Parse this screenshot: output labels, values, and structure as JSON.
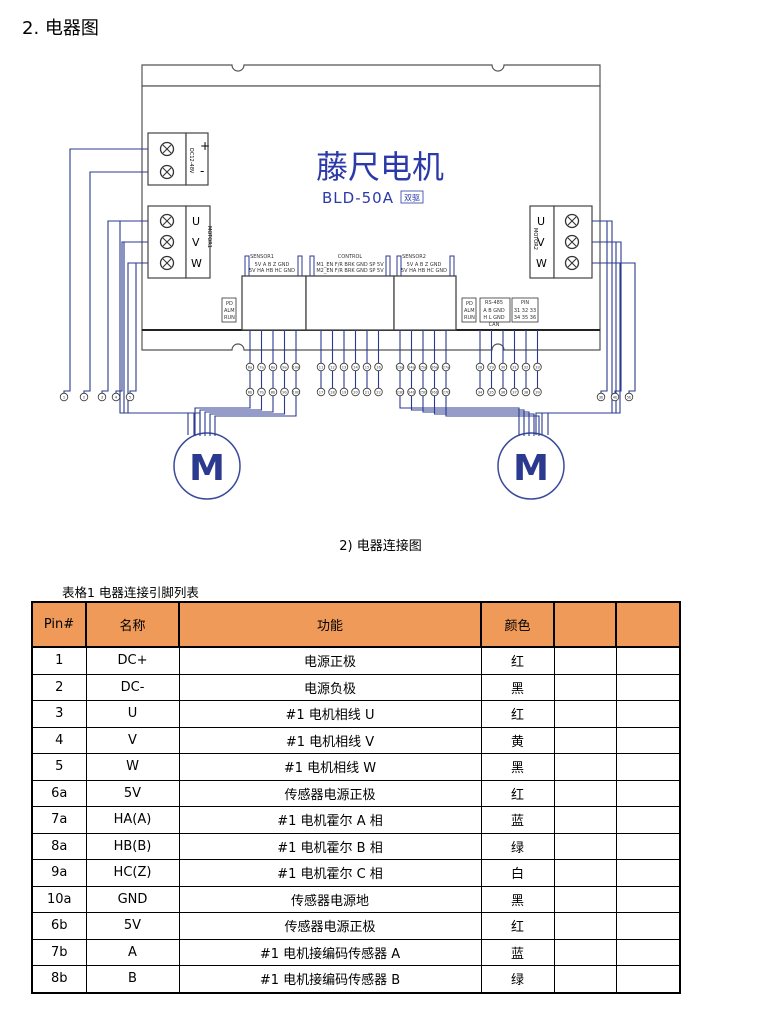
{
  "section_title": "2.  电器图",
  "diagram": {
    "brand_title": "藤尺电机",
    "model": "BLD-50A",
    "model_suffix": "双驱",
    "power_label": "DC12-48V",
    "power_plus": "+",
    "power_minus": "-",
    "motor_left_label": "MOTOR1",
    "motor_right_label": "MOTOR2",
    "uvw": [
      "U",
      "V",
      "W"
    ],
    "sensor1_title": "SENSOR1",
    "sensor1_row1": "5V A  B  Z GND",
    "sensor1_row2": "5V HA HB HC GND",
    "control_title": "CONTROL",
    "control_row1": "M1_EN  F/R  BRK  GND  SP  5V",
    "control_row2": "M2_EN  F/R  BRK  GND  SP  5V",
    "sensor2_title": "SENSOR2",
    "sensor2_row1": "5V A  B  Z GND",
    "sensor2_row2": "5V HA HB HC GND",
    "pwr_left": [
      "PD",
      "ALM",
      "RUN"
    ],
    "pwr_right": [
      "PD",
      "ALM",
      "RUN"
    ],
    "rs485_title": "RS-485",
    "rs485_row1": "A  B  GND",
    "rs485_row2": "H  L  GND",
    "can_label": "CAN",
    "pin_group_title": "PIN",
    "pin_group_row1": "31 32 33",
    "pin_group_row2": "34 35 36",
    "motor_symbol": "M",
    "left_terminals": [
      "1",
      "2",
      "3",
      "4",
      "5"
    ],
    "right_terminals": [
      "3b",
      "4b",
      "5b"
    ],
    "sensor1_pins_top": [
      "6a",
      "7a",
      "8a",
      "9a",
      "10a"
    ],
    "sensor1_pins_bottom": [
      "6b",
      "7b",
      "8b",
      "9b",
      "10b"
    ],
    "control_pins_top": [
      "11",
      "12",
      "13",
      "14",
      "15",
      "16"
    ],
    "control_pins_bottom": [
      "17",
      "18",
      "19",
      "20",
      "21",
      "22"
    ],
    "sensor2_pins_top": [
      "23a",
      "24a",
      "25a",
      "26a",
      "27a"
    ],
    "sensor2_pins_bottom": [
      "23b",
      "24b",
      "25b",
      "26b",
      "27b"
    ],
    "right_pins_top": [
      "28",
      "29",
      "30",
      "31",
      "32",
      "33"
    ],
    "right_pins_bottom": [
      "34",
      "35",
      "36",
      "37",
      "38",
      "39"
    ]
  },
  "caption": "2)    电器连接图",
  "table_caption": "表格1    电器连接引脚列表",
  "table": {
    "headers": [
      "Pin#",
      "名称",
      "功能",
      "颜色",
      "",
      ""
    ],
    "rows": [
      [
        "1",
        "DC+",
        "电源正极",
        "红"
      ],
      [
        "2",
        "DC-",
        "电源负极",
        "黑"
      ],
      [
        "3",
        "U",
        "#1 电机相线 U",
        "红"
      ],
      [
        "4",
        "V",
        "#1 电机相线 V",
        "黄"
      ],
      [
        "5",
        "W",
        "#1 电机相线 W",
        "黑"
      ],
      [
        "6a",
        "5V",
        "传感器电源正极",
        "红"
      ],
      [
        "7a",
        "HA(A)",
        "#1 电机霍尔 A 相",
        "蓝"
      ],
      [
        "8a",
        "HB(B)",
        "#1 电机霍尔 B 相",
        "绿"
      ],
      [
        "9a",
        "HC(Z)",
        "#1 电机霍尔 C 相",
        "白"
      ],
      [
        "10a",
        "GND",
        "传感器电源地",
        "黑"
      ],
      [
        "6b",
        "5V",
        "传感器电源正极",
        "红"
      ],
      [
        "7b",
        "A",
        "#1 电机接编码传感器 A",
        "蓝"
      ],
      [
        "8b",
        "B",
        "#1 电机接编码传感器 B",
        "绿"
      ]
    ]
  },
  "colors": {
    "header_fill": "#ef9a58",
    "wire": "#2b3a8f",
    "brand_text": "#2b3aa8",
    "device_outline": "#555555",
    "device_fill": "#ffffff"
  }
}
